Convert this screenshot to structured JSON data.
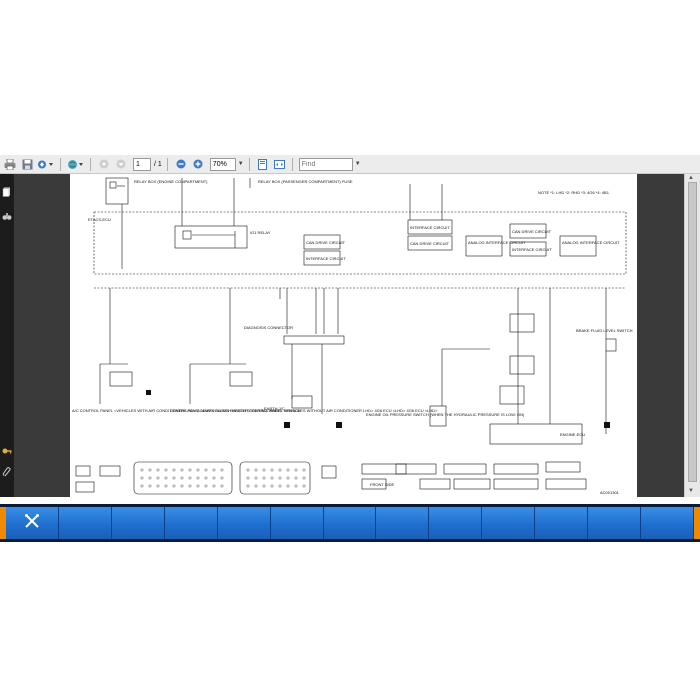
{
  "toolbar": {
    "page_value": "1",
    "page_total": "/ 1",
    "zoom_value": "70%",
    "find_placeholder": "Find"
  },
  "icons": {
    "print": "printer-icon",
    "save": "disk-icon",
    "tools": "tool-icon",
    "share": "globe-icon",
    "prev": "arrow-up-icon",
    "next": "arrow-down-icon",
    "zoom_out": "minus-icon",
    "zoom_in": "plus-icon",
    "fit_page": "fit-page-icon",
    "fit_width": "fit-width-icon",
    "side_pages": "pages-icon",
    "side_binoculars": "binoculars-icon",
    "side_key": "key-icon",
    "side_attach": "paperclip-icon",
    "task_tools": "crossed-tools-icon"
  },
  "diagram": {
    "relay_box_engine": "RELAY BOX (ENGINE COMPARTMENT)",
    "relay_box_pass": "RELAY BOX (PASSENGER COMPARTMENT) FUSE",
    "etacs": "ETACS-ECU",
    "ig1_relay": "IG1 RELAY",
    "can_drive_1": "CAN DRIVE CIRCUIT",
    "interface_1": "INTERFACE CIRCUIT",
    "interface_2": "INTERFACE CIRCUIT",
    "can_drive_2": "CAN DRIVE CIRCUIT",
    "analog_1": "ANALOG INTERFACE CIRCUIT",
    "can_drive_3": "CAN DRIVE CIRCUIT",
    "interface_3": "INTERFACE CIRCUIT",
    "analog_2": "ANALOG INTERFACE CIRCUIT",
    "note": "NOTE *1: LHD *2: RHD *3: 4G6 *4: 4B1",
    "diag_conn": "DIAGNOSIS CONNECTOR",
    "ac_panel": "A/C CONTROL PANEL <VEHICLES WITH AIR CONDITIONER LHD> COLUMN SWITCH HEATER CONTROL PANEL <VEHICLES WITHOUT AIR CONDITIONER LHD> 4G6 ECU <LHD> 4G6 ECU <LHD>",
    "centre_panel": "CENTRE PANEL UNIT COLUMN SWITCH STEERING WHEEL SENSOR",
    "earth_jc": "EARTH J/C",
    "oil_switch": "ENGINE OIL PRESSURE SWITCH (WHEN THE HYDRAULIC PRESSURE IS LOW: ON)",
    "brake_switch": "BRAKE FLUID LEVEL SWITCH",
    "engine_ecu": "ENGINE-ECU",
    "front_side": "FRONT SIDE",
    "doc_id": "AC001301"
  }
}
